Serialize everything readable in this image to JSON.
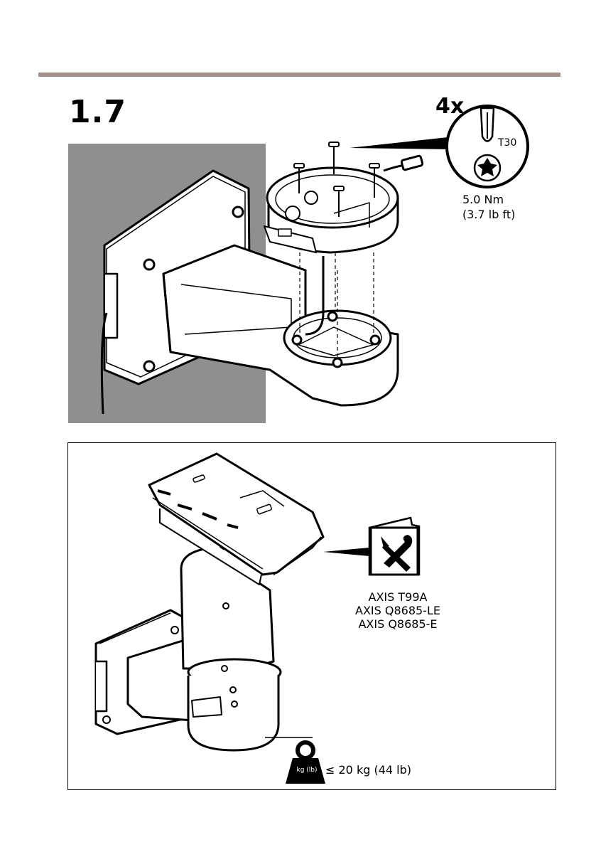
{
  "step": {
    "number": "1.7"
  },
  "fastener": {
    "quantity": "4x",
    "bit": "T30",
    "torque_nm": "5.0 Nm",
    "torque_lbft": "(3.7 lb ft)"
  },
  "compatibility": {
    "models": [
      "AXIS T99A",
      "AXIS Q8685-LE",
      "AXIS Q8685-E"
    ]
  },
  "weight": {
    "unit_icon": "kg (lb)",
    "limit": "≤ 20 kg (44 lb)"
  },
  "icons": [
    "torx-bit-icon",
    "manual-tools-icon",
    "weight-icon"
  ],
  "colors": {
    "rule": "#a0918a",
    "wall": "#8f8f8f",
    "ink": "#000000"
  }
}
